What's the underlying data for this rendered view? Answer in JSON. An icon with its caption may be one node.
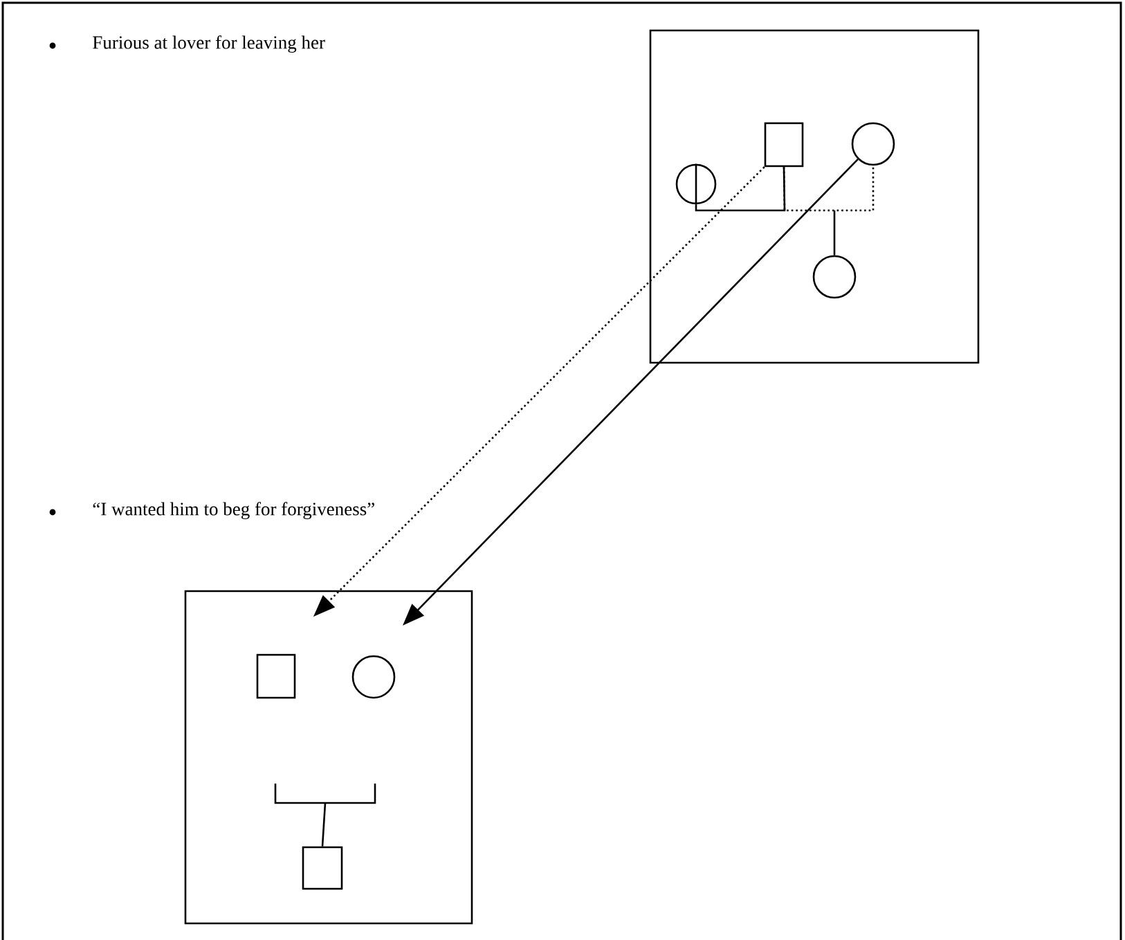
{
  "diagram": {
    "nodes": [
      {
        "text": [],
        "shape": "box"
      },
      {
        "text": [],
        "shape": "circle",
        "in": 0
      },
      {
        "text": [],
        "shape": "box",
        "in": 0
      },
      {
        "text": [],
        "shape": "circle",
        "in": 0
      },
      {
        "text": [],
        "shape": "circle",
        "in": 0
      },
      {
        "text": [],
        "shape": "box"
      },
      {
        "text": [],
        "shape": "box",
        "in": 5
      },
      {
        "text": [],
        "shape": "circle",
        "in": 5
      },
      {
        "text": [],
        "shape": "box",
        "in": 5
      }
    ],
    "edges": [
      {
        "from": 1,
        "to": 2,
        "arrow": "none"
      },
      {
        "from": 2,
        "to": 3,
        "arrow": "none",
        "style": "dashed"
      },
      {
        "from": null,
        "to": 4,
        "arrow": "none"
      },
      {
        "from": null,
        "to": 8,
        "arrow": "none"
      },
      {
        "from": 2,
        "to": 6,
        "arrow": "to",
        "style": "dashed"
      },
      {
        "from": 3,
        "to": 7,
        "arrow": "to"
      }
    ],
    "labels": [
      "Furious at lover for leaving her",
      "“I wanted him to beg for forgiveness”"
    ]
  }
}
